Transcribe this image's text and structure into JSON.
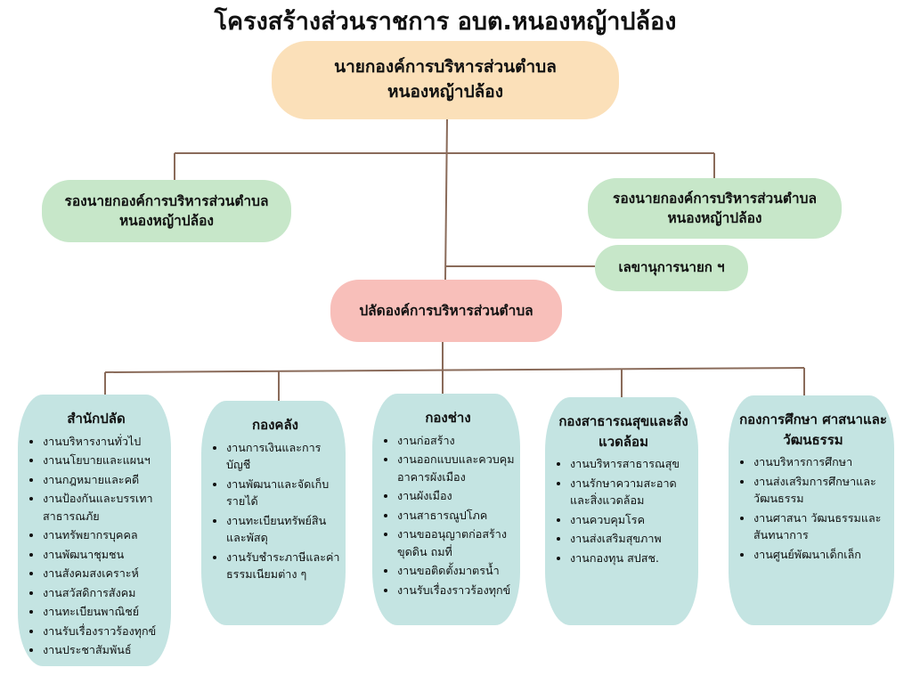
{
  "title": "โครงสร้างส่วนราชการ อบต.หนองหญ้าปล้อง",
  "top": {
    "line1": "นายกองค์การบริหารส่วนตำบล",
    "line2": "หนองหญ้าปล้อง"
  },
  "deputy_left": {
    "line1": "รองนายกองค์การบริหารส่วนตำบล",
    "line2": "หนองหญ้าปล้อง"
  },
  "deputy_right": {
    "line1": "รองนายกองค์การบริหารส่วนตำบล",
    "line2": "หนองหญ้าปล้อง"
  },
  "secretary": "เลขานุการนายก ฯ",
  "palad": "ปลัดองค์การบริหารส่วนตำบล",
  "columns": [
    {
      "title": "สำนักปลัด",
      "items": [
        "งานบริหารงานทั่วไป",
        "งานนโยบายและแผนฯ",
        "งานกฎหมายและคดี",
        "งานป้องกันและบรรเทาสาธารณภัย",
        "งานทรัพยากรบุคคล",
        "งานพัฒนาชุมชน",
        "งานสังคมสงเคราะห์",
        "งานสวัสดิการสังคม",
        "งานทะเบียนพาณิชย์",
        "งานรับเรื่องราวร้องทุกข์",
        "งานประชาสัมพันธ์"
      ]
    },
    {
      "title": "กองคลัง",
      "items": [
        "งานการเงินและการบัญชี",
        "งานพัฒนาและจัดเก็บรายได้",
        "งานทะเบียนทรัพย์สินและพัสดุ",
        "งานรับชำระภาษีและค่าธรรมเนียมต่าง ๆ"
      ]
    },
    {
      "title": "กองช่าง",
      "items": [
        "งานก่อสร้าง",
        "งานออกแบบและควบคุมอาคารผังเมือง",
        "งานผังเมือง",
        "งานสาธารณูปโภค",
        "งานขออนุญาตก่อสร้างขุดดิน ถมที่",
        "งานขอติดตั้งมาตรน้ำ",
        "งานรับเรื่องราวร้องทุกข์"
      ]
    },
    {
      "title": "กองสาธารณสุขและสิ่งแวดล้อม",
      "items": [
        "งานบริหารสาธารณสุข",
        "งานรักษาความสะอาดและสิ่งแวดล้อม",
        "งานควบคุมโรค",
        "งานส่งเสริมสุขภาพ",
        "งานกองทุน สปสช."
      ]
    },
    {
      "title": "กองการศึกษา ศาสนาและวัฒนธรรม",
      "items": [
        "งานบริหารการศึกษา",
        "งานส่งเสริมการศึกษาและวัฒนธรรม",
        "งานศาสนา วัฒนธรรมและสันทนาการ",
        "งานศูนย์พัฒนาเด็กเล็ก"
      ]
    }
  ]
}
